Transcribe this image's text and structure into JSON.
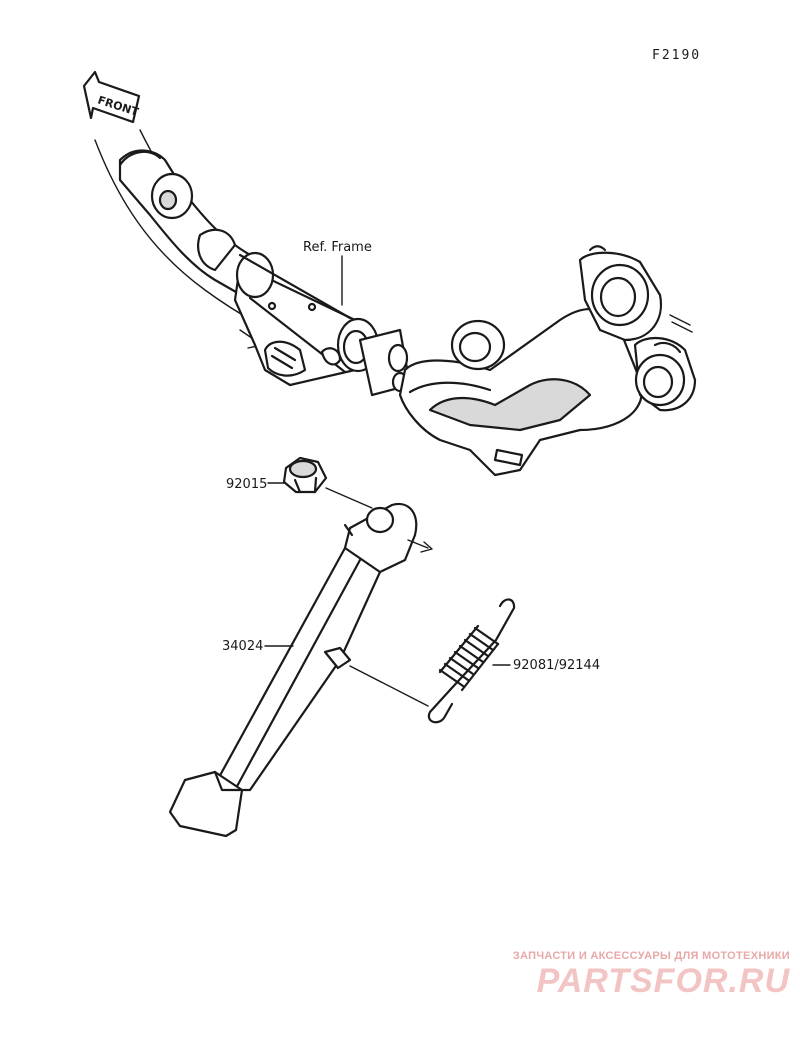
{
  "figure_code": "F2190",
  "front_label": "FRONT",
  "callouts": {
    "ref_frame": "Ref. Frame",
    "nut": "92015",
    "side_stand": "34024",
    "spring": "92081/92144"
  },
  "watermark": {
    "tagline": "ЗАПЧАСТИ И АКСЕССУАРЫ ДЛЯ МОТОТЕХНИКИ",
    "logo": "PARTSFOR.RU",
    "color": "#f2c4c4"
  }
}
